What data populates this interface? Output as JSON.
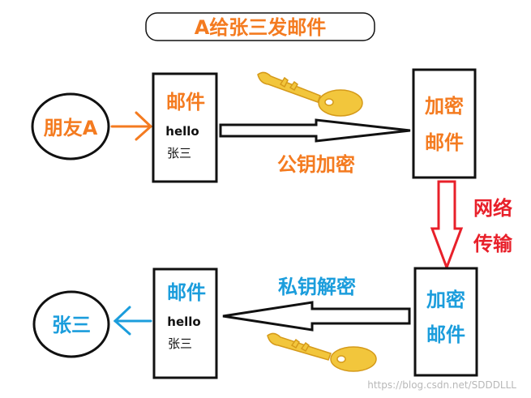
{
  "title": "A给张三发邮件",
  "top_row": {
    "sender_label": "朋友A",
    "mail_box": {
      "title": "邮件",
      "line1": "hello",
      "line2": "张三"
    },
    "encrypt_caption": "公钥加密",
    "encrypted_box": {
      "line1": "加密",
      "line2": "邮件"
    }
  },
  "transfer": {
    "line1": "网络",
    "line2": "传输"
  },
  "bottom_row": {
    "encrypted_box": {
      "line1": "加密",
      "line2": "邮件"
    },
    "decrypt_caption": "私钥解密",
    "mail_box": {
      "title": "邮件",
      "line1": "hello",
      "line2": "张三"
    },
    "receiver_label": "张三"
  },
  "watermark": "https://blog.csdn.net/SDDDLLL",
  "colors": {
    "orange": "#f47b20",
    "blue": "#1b9ddc",
    "red": "#e8202a",
    "key_gold": "#f2c63c"
  },
  "icons": {
    "top_key": "key-icon",
    "bottom_key": "key-icon"
  }
}
